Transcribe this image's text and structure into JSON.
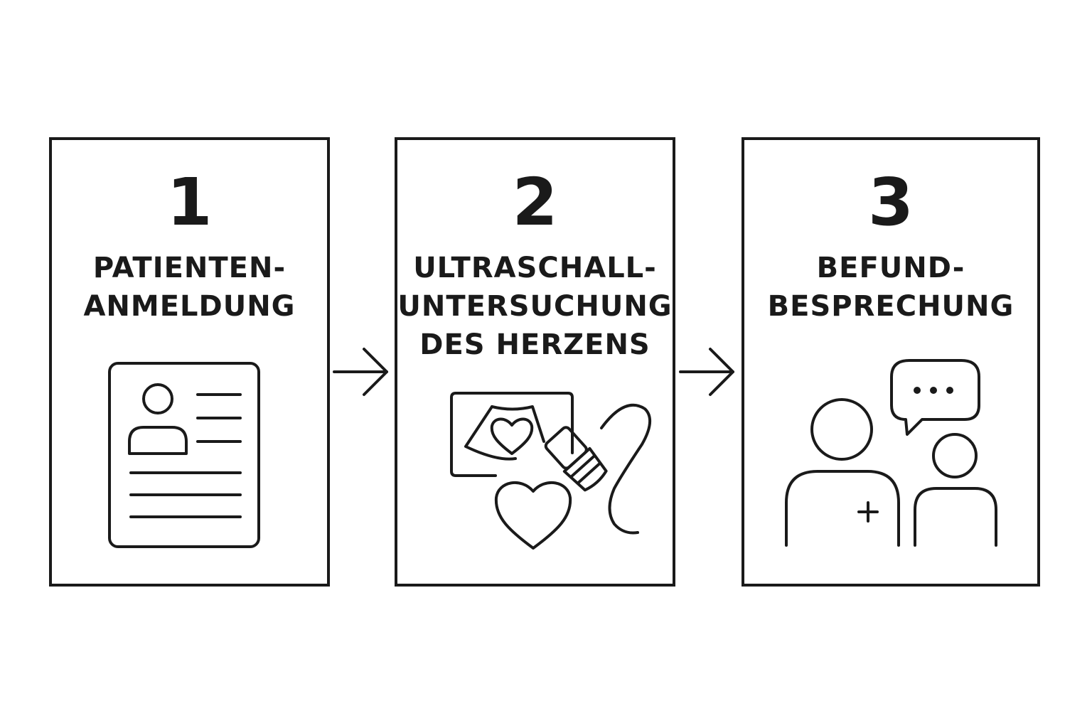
{
  "steps": [
    {
      "number": "1",
      "title_lines": [
        "PATIENTEN-",
        "ANMELDUNG"
      ],
      "icon": "patient-record-icon"
    },
    {
      "number": "2",
      "title_lines": [
        "ULTRASCHALL-",
        "UNTERSUCHUNG",
        "DES HERZENS"
      ],
      "icon": "heart-ultrasound-icon"
    },
    {
      "number": "3",
      "title_lines": [
        "BEFUND-",
        "BESPRECHUNG"
      ],
      "icon": "doctor-patient-consultation-icon"
    }
  ],
  "colors": {
    "stroke": "#1a1a1a",
    "background": "#ffffff"
  }
}
